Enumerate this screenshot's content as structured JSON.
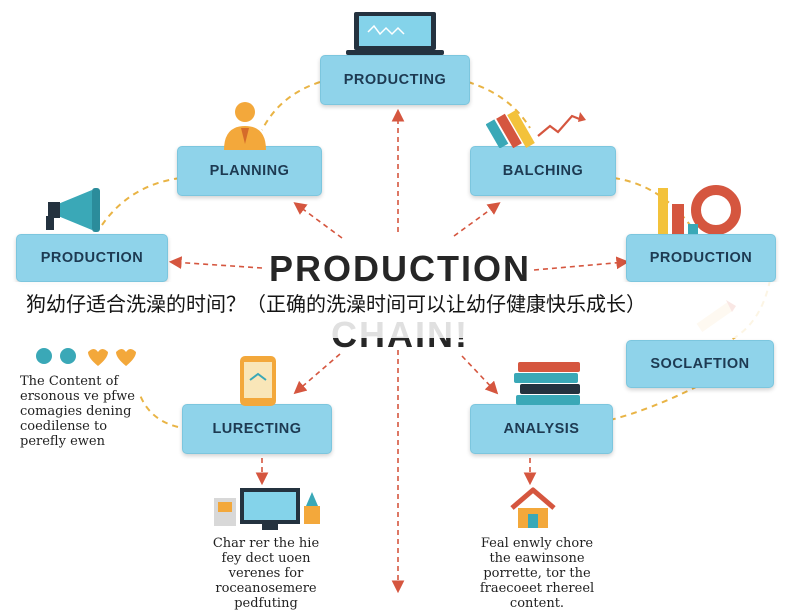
{
  "caption": "狗幼仔适合洗澡的时间？（正确的洗澡时间可以让幼仔健康快乐成长）",
  "center": {
    "line1": "PRODUCTION",
    "line2": "CHAIN!"
  },
  "nodes": {
    "top": "PRODUCTING",
    "planning": "PLANNING",
    "balching": "BALCHING",
    "production_left": "PRODUCTION",
    "production_right": "PRODUCTION",
    "soclaftion": "SOCLAFTION",
    "lurecting": "LURECTING",
    "analysis": "ANALYSIS"
  },
  "notes": {
    "left": [
      "The Content of",
      "ersonous ve pfwe",
      "comagies dening",
      "coedilense to",
      "perefly ewen"
    ],
    "bottom_left": [
      "Char rer the hie",
      "fey dect uoen",
      "verenes for",
      "roceanosemere",
      "pedfuting"
    ],
    "bottom_right": [
      "Feal enwly chore",
      "the eawinsone",
      "porrette, tor the",
      "fraecoeet rhereel",
      "content."
    ]
  },
  "icons": [
    "laptop-icon",
    "person-icon",
    "growth-chart-icon",
    "megaphone-icon",
    "bar-chart-icon",
    "pencil-icon",
    "heart-icons",
    "smartphone-icon",
    "books-icon",
    "monitor-icon",
    "house-icon"
  ],
  "colors": {
    "box": "#8fd3ea",
    "box_text": "#1d3a52",
    "dashed_curve": "#e9b445",
    "arrow": "#d5563f"
  }
}
